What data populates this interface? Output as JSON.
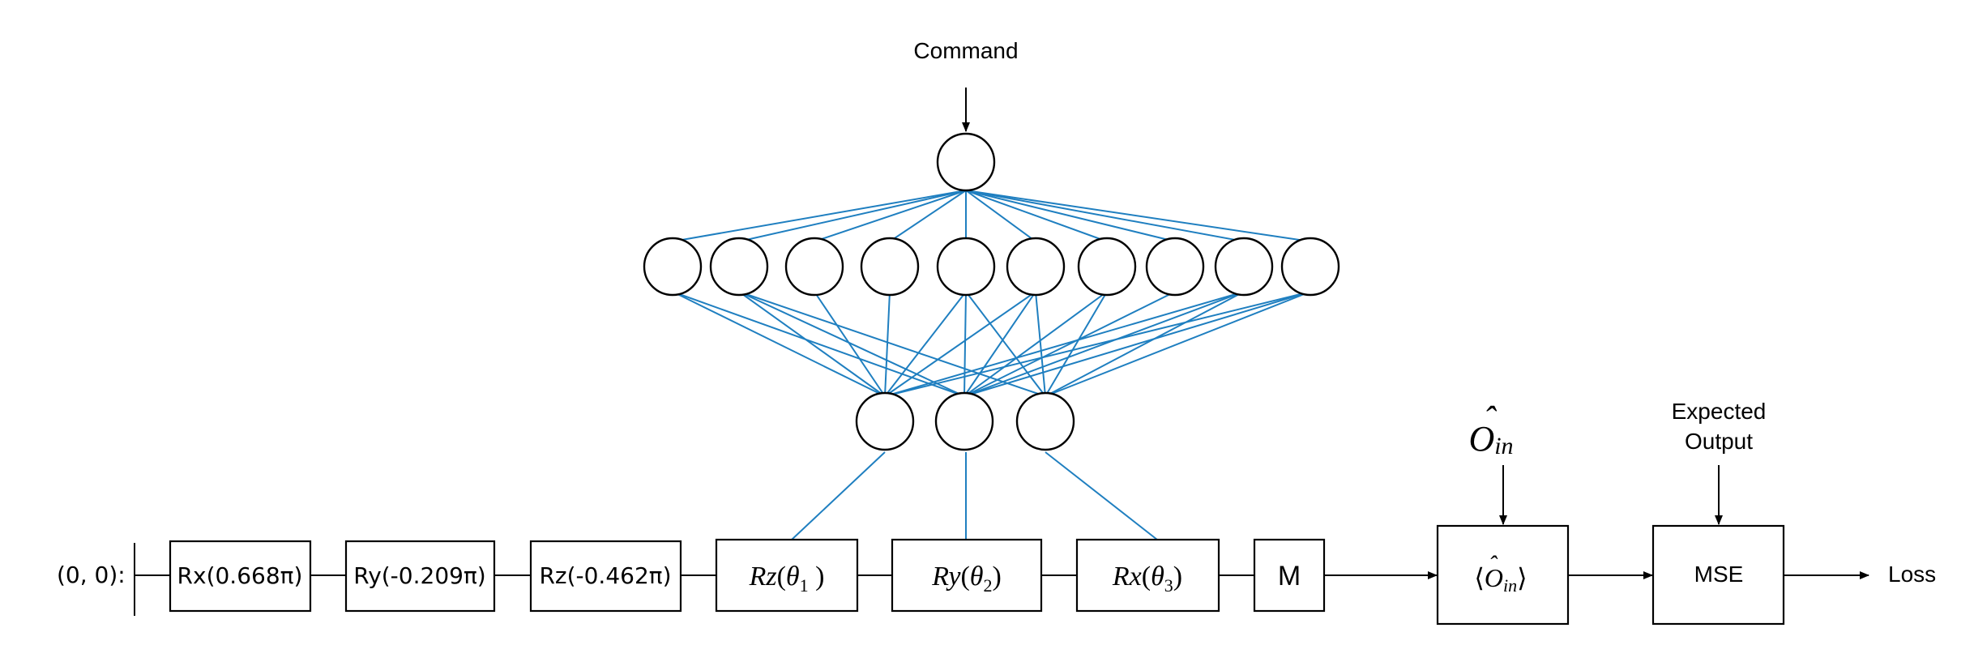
{
  "command_label": "Command",
  "input_state": "(0, 0):",
  "encoding_gates": [
    "Rx(0.668π)",
    "Ry(-0.209π)",
    "Rz(-0.462π)"
  ],
  "controlled_gates": [
    {
      "op": "Rz",
      "param": "θ",
      "index": "1"
    },
    {
      "op": "Ry",
      "param": "θ",
      "index": "2"
    },
    {
      "op": "Rx",
      "param": "θ",
      "index": "3"
    }
  ],
  "measure_label": "M",
  "observable": {
    "symbol": "O",
    "hat": "ˆ",
    "subscript": "in"
  },
  "expectation": {
    "open": "⟨",
    "symbol": "O",
    "hat": "ˆ",
    "subscript": "in",
    "close": "⟩"
  },
  "expected_output_label": [
    "Expected",
    "Output"
  ],
  "mse_label": "MSE",
  "loss_label": "Loss",
  "network": {
    "input_nodes": 1,
    "hidden_nodes": 10,
    "output_nodes": 3
  },
  "colors": {
    "edge": "#1f7fc0",
    "stroke": "#000000"
  }
}
